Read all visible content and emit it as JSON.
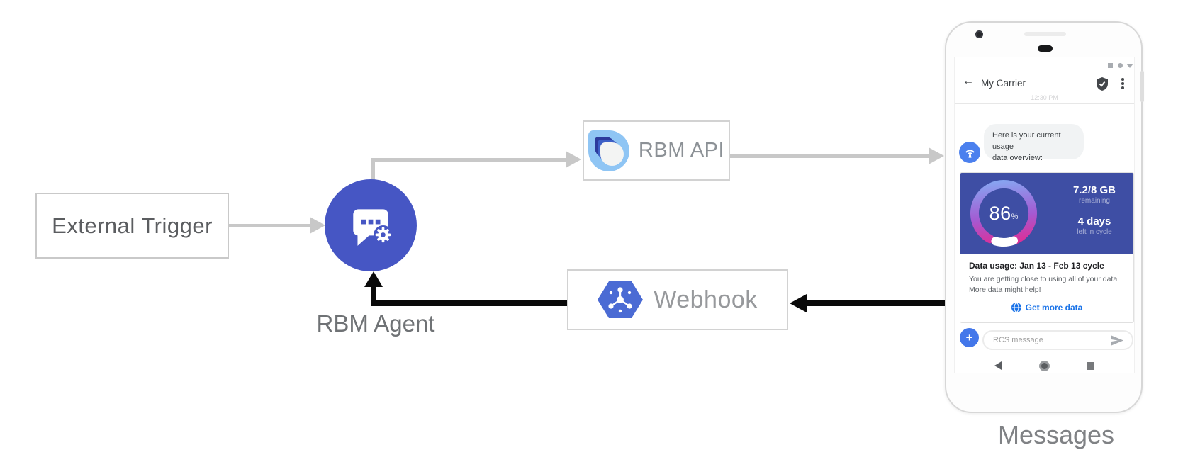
{
  "diagram": {
    "nodes": {
      "external_trigger": "External Trigger",
      "rbm_agent": "RBM Agent",
      "rbm_api": "RBM API",
      "webhook": "Webhook",
      "messages": "Messages"
    },
    "colors": {
      "agent_circle": "#4656c4",
      "arrow_gray": "#c8c8c8",
      "arrow_black": "#0a0a0a",
      "api_logo_blue": "#8fc5f4",
      "webhook_hexagon": "#4b6bd4"
    }
  },
  "phone": {
    "status_time": "12:30 PM",
    "header_title": "My Carrier",
    "icons": {
      "back": "←",
      "plus": "+"
    },
    "message_bubble": {
      "line1": "Here is your current usage",
      "line2": "data overview:"
    },
    "usage_card": {
      "percent_value": "86",
      "percent_unit": "%",
      "remaining_value": "7.2/8 GB",
      "remaining_label": "remaining",
      "cycle_value": "4 days",
      "cycle_label": "left in cycle",
      "title": "Data usage: Jan 13 - Feb 13 cycle",
      "body_line1": "You are getting close to using all of your data.",
      "body_line2": "More data might help!",
      "action_label": "Get more data",
      "card_color": "#3e4ea4",
      "link_color": "#1a73e8",
      "gauge_colors": [
        "#85aaf3",
        "#a45ad2",
        "#e8268c"
      ]
    },
    "compose_placeholder": "RCS message"
  },
  "chart_data": {
    "type": "gauge",
    "title": "Data usage: Jan 13 - Feb 13 cycle",
    "percent_remaining": 86,
    "data_remaining_gb": 7.2,
    "data_total_gb": 8,
    "days_left_in_cycle": 4
  }
}
